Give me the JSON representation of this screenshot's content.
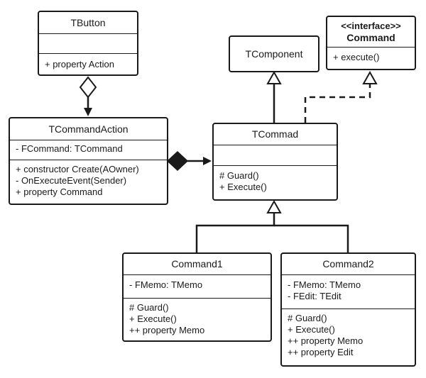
{
  "classes": {
    "tbutton": {
      "name": "TButton",
      "attributes": [],
      "operations": [
        "+ property Action"
      ]
    },
    "tcommandaction": {
      "name": "TCommandAction",
      "attributes": [
        "- FCommand: TCommand"
      ],
      "operations": [
        "+ constructor Create(AOwner)",
        "- OnExecuteEvent(Sender)",
        "+ property Command"
      ]
    },
    "tcomponent": {
      "name": "TComponent"
    },
    "command": {
      "stereotype": "<<interface>>",
      "name": "Command",
      "operations": [
        "+ execute()"
      ]
    },
    "tcommad": {
      "name": "TCommad",
      "attributes": [],
      "operations": [
        "# Guard()",
        "+ Execute()"
      ]
    },
    "command1": {
      "name": "Command1",
      "attributes": [
        "- FMemo: TMemo"
      ],
      "operations": [
        "# Guard()",
        "+ Execute()",
        "++ property Memo"
      ]
    },
    "command2": {
      "name": "Command2",
      "attributes": [
        "- FMemo: TMemo",
        "- FEdit: TEdit"
      ],
      "operations": [
        "# Guard()",
        "+ Execute()",
        "++ property Memo",
        "++ property Edit"
      ]
    }
  },
  "relations": [
    {
      "type": "aggregation",
      "from": "TButton",
      "to": "TCommandAction"
    },
    {
      "type": "composition",
      "from": "TCommandAction",
      "to": "TCommad"
    },
    {
      "type": "generalization",
      "from": "TCommad",
      "to": "TComponent"
    },
    {
      "type": "realization",
      "from": "TCommad",
      "to": "Command"
    },
    {
      "type": "generalization",
      "from": "Command1",
      "to": "TCommad"
    },
    {
      "type": "generalization",
      "from": "Command2",
      "to": "TCommad"
    }
  ],
  "colors": {
    "line": "#1a1a1a",
    "fill": "#ffffff"
  }
}
